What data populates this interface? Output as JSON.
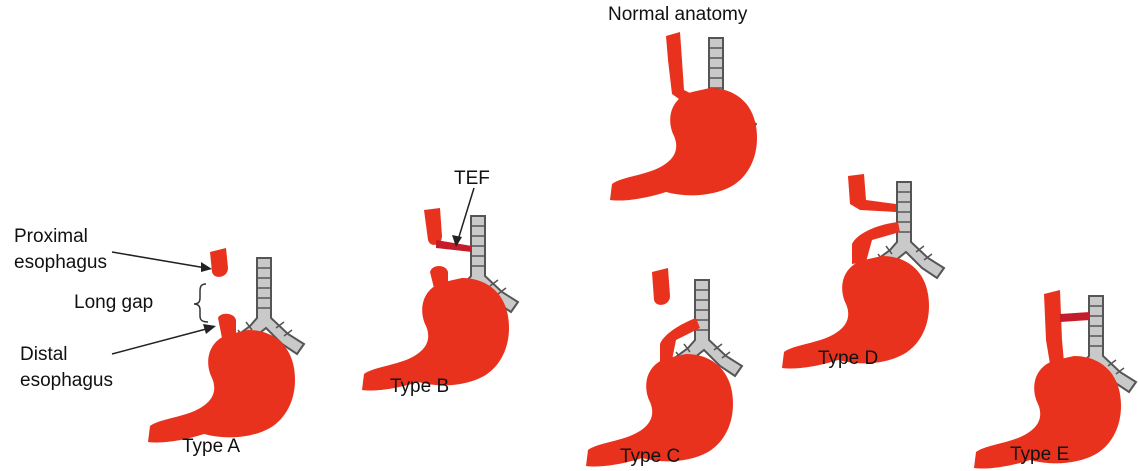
{
  "figure": {
    "normal": {
      "label": "Normal anatomy"
    },
    "type_a": {
      "label": "Type A",
      "proximal_line1": "Proximal",
      "proximal_line2": "esophagus",
      "gap_label": "Long gap",
      "distal_line1": "Distal",
      "distal_line2": "esophagus"
    },
    "type_b": {
      "label": "Type B",
      "tef_label": "TEF"
    },
    "type_c": {
      "label": "Type C"
    },
    "type_d": {
      "label": "Type D"
    },
    "type_e": {
      "label": "Type E"
    }
  },
  "colors": {
    "esophagus": "#e8321e",
    "stomach": "#e8321e",
    "fistula": "#c41c2a",
    "trachea_fill": "#c9c9c9",
    "trachea_stroke": "#555555",
    "background": "#ffffff"
  }
}
